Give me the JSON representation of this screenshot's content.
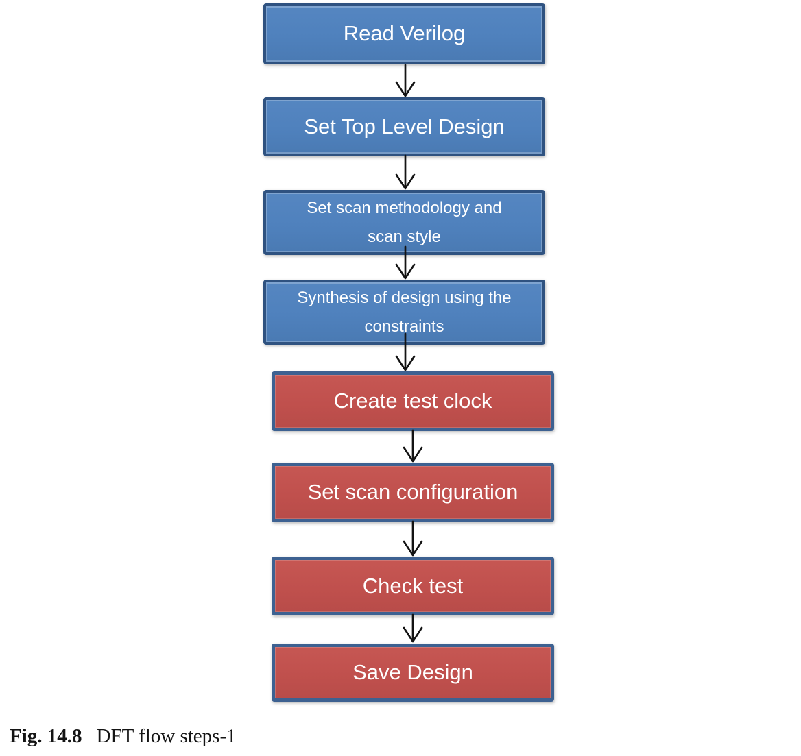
{
  "figure": {
    "caption_label": "Fig. 14.8",
    "caption_text": "DFT flow steps-1"
  },
  "flowchart": {
    "steps": [
      {
        "label": "Read Verilog",
        "style": "blue"
      },
      {
        "label": "Set Top Level Design",
        "style": "blue"
      },
      {
        "label": "Set scan methodology and scan style",
        "style": "blue"
      },
      {
        "label": "Synthesis of design using the constraints",
        "style": "blue"
      },
      {
        "label": "Create test clock",
        "style": "red"
      },
      {
        "label": "Set scan configuration",
        "style": "red"
      },
      {
        "label": "Check test",
        "style": "red"
      },
      {
        "label": "Save Design",
        "style": "red"
      }
    ],
    "colors": {
      "blue_fill": "#4f81bd",
      "blue_fill_light": "#5586c1",
      "blue_fill_dark": "#4a7ab3",
      "blue_border": "#2f5280",
      "red_fill": "#c0504d",
      "red_fill_light": "#c65753",
      "red_fill_dark": "#b84c49",
      "red_border": "#3d6191",
      "text": "#ffffff",
      "arrow": "#131313"
    }
  }
}
